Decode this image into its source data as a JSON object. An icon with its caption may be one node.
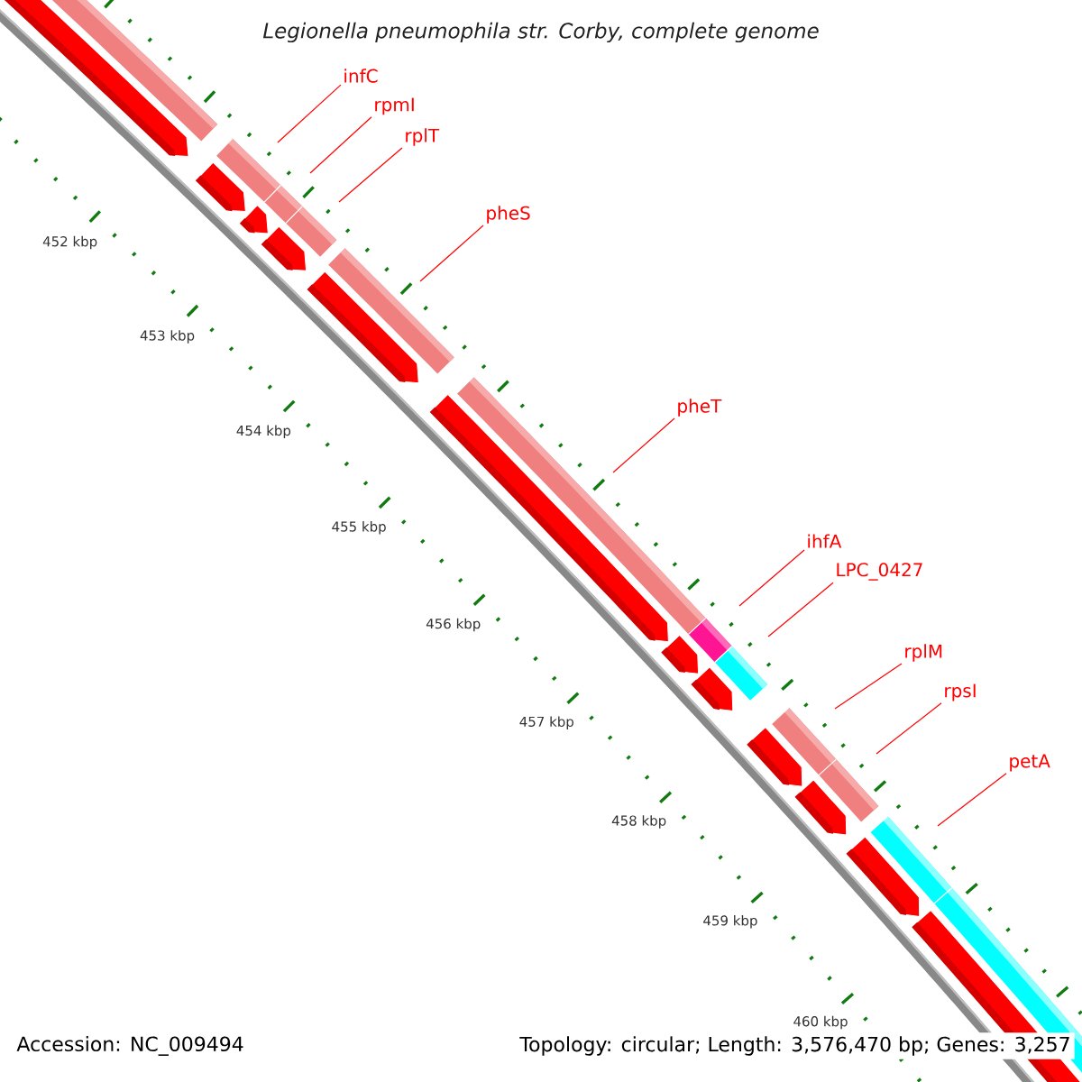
{
  "diagram": {
    "title": "Legionella pneumophila str. Corby, complete genome",
    "nodes": [
      {
        "text": [
          "infC"
        ]
      },
      {
        "text": [
          "rpmI"
        ]
      },
      {
        "text": [
          "rplT"
        ]
      },
      {
        "text": [
          "pheS"
        ]
      },
      {
        "text": [
          "pheT"
        ]
      },
      {
        "text": [
          "ihfA"
        ]
      },
      {
        "text": [
          "LPC_0427"
        ]
      },
      {
        "text": [
          "rplM"
        ]
      },
      {
        "text": [
          "rpsI"
        ]
      },
      {
        "text": [
          "petA"
        ]
      }
    ],
    "edges": [
      {
        "from": 0,
        "to": null,
        "arrow": "none"
      },
      {
        "from": 1,
        "to": null,
        "arrow": "none"
      },
      {
        "from": 2,
        "to": null,
        "arrow": "none"
      },
      {
        "from": 3,
        "to": null,
        "arrow": "none"
      },
      {
        "from": 4,
        "to": null,
        "arrow": "none"
      },
      {
        "from": 5,
        "to": null,
        "arrow": "none"
      },
      {
        "from": 6,
        "to": null,
        "arrow": "none"
      },
      {
        "from": 7,
        "to": null,
        "arrow": "none"
      },
      {
        "from": 8,
        "to": null,
        "arrow": "none"
      },
      {
        "from": 9,
        "to": null,
        "arrow": "none"
      }
    ],
    "labels": [
      "452 kbp",
      "453 kbp",
      "454 kbp",
      "455 kbp",
      "456 kbp",
      "457 kbp",
      "458 kbp",
      "459 kbp",
      "460 kbp",
      "Accession: NC_009494",
      "Topology: circular; Length: 3,576,470 bp; Genes: 3,257"
    ]
  }
}
